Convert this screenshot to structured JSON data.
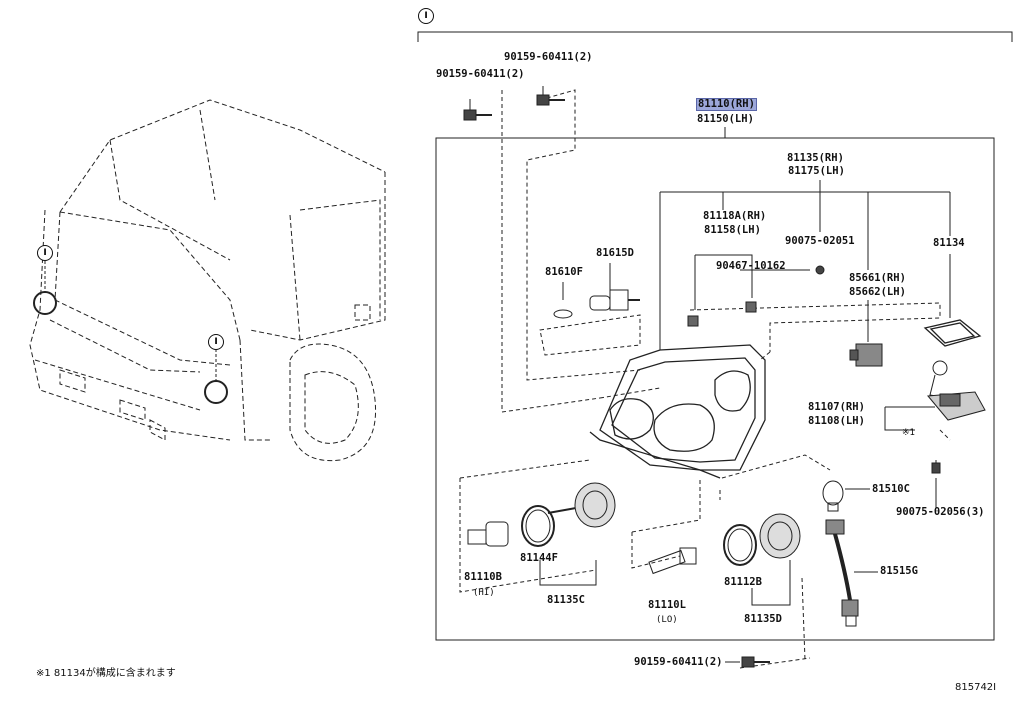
{
  "section_marker": "I",
  "callouts": {
    "top_bolt_a": "90159-60411(2)",
    "top_bolt_b": "90159-60411(2)",
    "assy_rh": "81110(RH)",
    "assy_lh": "81150(LH)",
    "housing_rh": "81135(RH)",
    "housing_lh": "81175(LH)",
    "bracket_rh": "81118A(RH)",
    "bracket_lh": "81158(LH)",
    "screw_a": "90075-02051",
    "clip": "90467-10162",
    "gasket": "81134",
    "bulb_park": "81610F",
    "socket_park": "81615D",
    "actuator_rh": "85661(RH)",
    "actuator_lh": "85662(LH)",
    "leveler_rh": "81107(RH)",
    "leveler_lh": "81108(LH)",
    "note_mark": "※1",
    "bulb_turn": "81510C",
    "screw_b": "90075-02056(3)",
    "bulb_hi": "81110B",
    "bulb_hi_sub": "(HI)",
    "seal_hi": "81144F",
    "cap_hi": "81135C",
    "bulb_lo": "81110L",
    "bulb_lo_sub": "(LO)",
    "seal_lo": "81112B",
    "cap_lo": "81135D",
    "harness": "81515G",
    "bottom_bolt": "90159-60411(2)"
  },
  "footnote": "※1 81134が構成に含まれます",
  "diagram_id": "815742I"
}
